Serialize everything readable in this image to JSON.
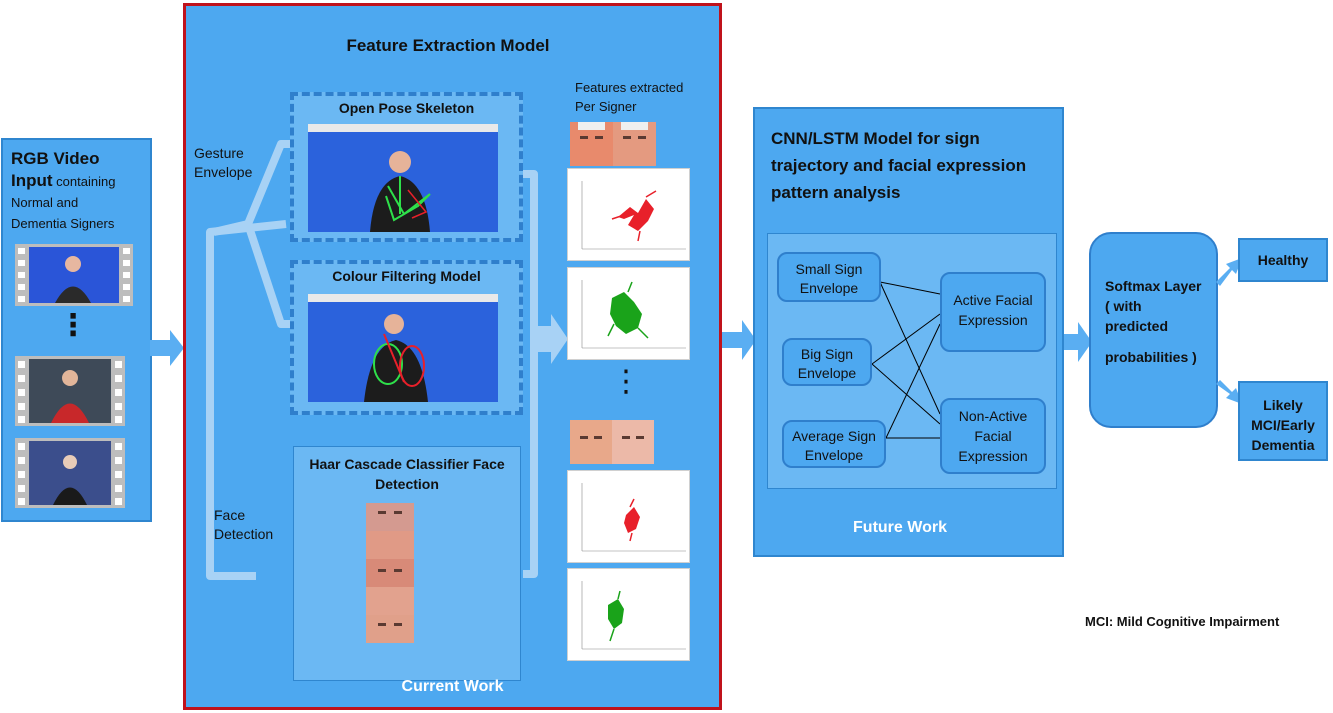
{
  "input": {
    "title_a": "RGB Video",
    "title_b": "Input",
    "desc_a": " containing",
    "desc_b": "Normal and",
    "desc_c": "Dementia Signers",
    "ellipsis": "⋮"
  },
  "feature": {
    "title": "Feature Extraction Model",
    "gesture_label": "Gesture\nEnvelope",
    "face_label": "Face\nDetection",
    "openpose_title": "Open Pose Skeleton",
    "colour_title": "Colour Filtering Model",
    "haar_title": "Haar Cascade Classifier Face Detection",
    "features_label": "Features extracted\nPer Signer",
    "ellipsis": "⋮",
    "footer": "Current Work"
  },
  "cnn": {
    "title": "CNN/LSTM Model for sign trajectory and facial expression pattern analysis",
    "small": "Small Sign Envelope",
    "big": "Big Sign Envelope",
    "average": "Average Sign Envelope",
    "active": "Active Facial Expression",
    "nonactive": "Non-Active Facial Expression",
    "footer": "Future Work"
  },
  "softmax": {
    "line1": "Softmax Layer ( with predicted",
    "line2": "probabilities )"
  },
  "outputs": {
    "healthy": "Healthy",
    "mci": "Likely MCI/Early Dementia"
  },
  "note": "MCI: Mild Cognitive Impairment",
  "colors": {
    "panel": "#4da8f0",
    "inner": "#6bb8f3",
    "border_red": "#c0121b",
    "arrow": "#5aaef2",
    "trajectory_red": "#e8202a",
    "trajectory_green": "#1aa31a"
  }
}
